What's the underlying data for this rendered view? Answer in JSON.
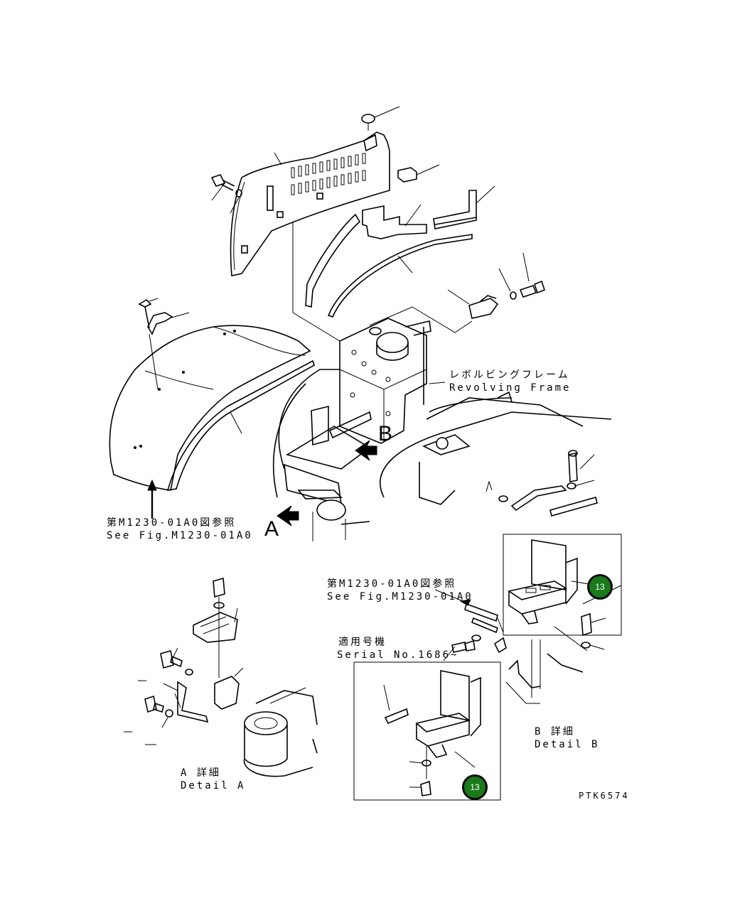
{
  "labels": {
    "revolving_frame_jp": "レボルビングフレーム",
    "revolving_frame_en": "Revolving Frame",
    "see_fig_jp_1": "第M1230-01A0図参照",
    "see_fig_en_1": "See Fig.M1230-01A0",
    "see_fig_jp_2": "第M1230-01A0図参照",
    "see_fig_en_2": "See Fig.M1230-01A0",
    "serial_jp": "適用号機",
    "serial_en": "Serial No.1686~",
    "detail_a_jp": "A 詳細",
    "detail_a_en": "Detail A",
    "detail_b_jp": "B 詳細",
    "detail_b_en": "Detail B",
    "view_a": "A",
    "view_b": "B",
    "drawing_code": "PTK6574"
  },
  "callouts": [
    {
      "id": "callout-1",
      "text": "13",
      "color": "#1a7a1a"
    },
    {
      "id": "callout-2",
      "text": "13",
      "color": "#1a7a1a"
    }
  ]
}
